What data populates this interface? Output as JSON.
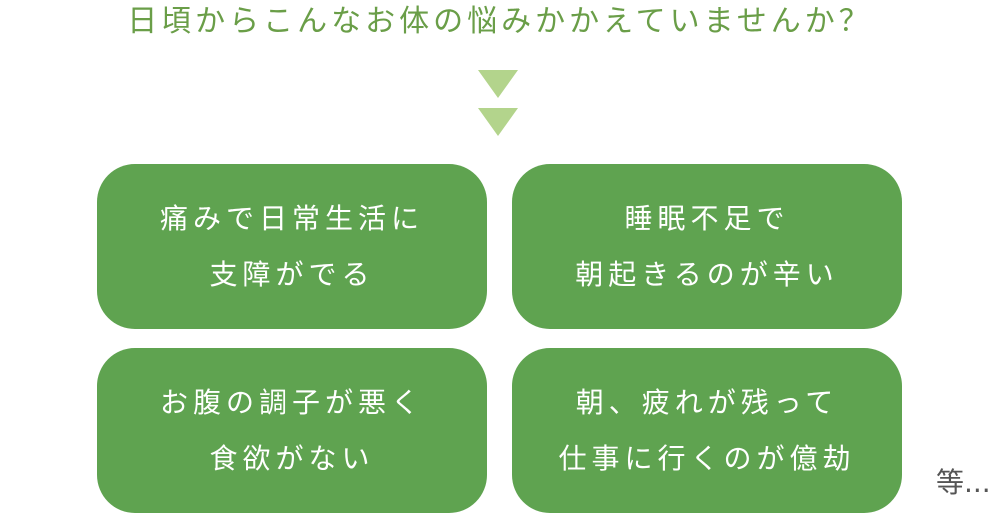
{
  "heading": "日頃からこんなお体の悩みかかえていませんか？",
  "colors": {
    "heading": "#6a9e48",
    "arrow": "#b3d48c",
    "card": "#5fa350",
    "card_text": "#ffffff",
    "suffix": "#555555"
  },
  "cards": [
    {
      "line1": "痛みで日常生活に",
      "line2": "支障がでる"
    },
    {
      "line1": "睡眠不足で",
      "line2": "朝起きるのが辛い"
    },
    {
      "line1": "お腹の調子が悪く",
      "line2": "食欲がない"
    },
    {
      "line1": "朝、疲れが残って",
      "line2": "仕事に行くのが億劫"
    }
  ],
  "suffix": "等..."
}
